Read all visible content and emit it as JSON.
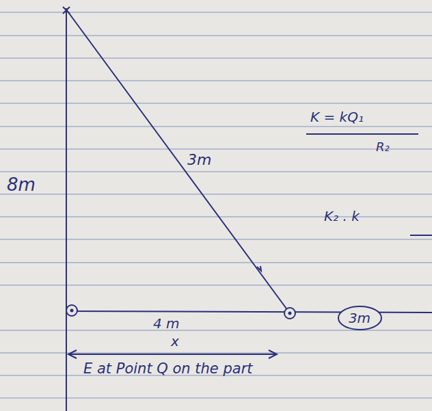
{
  "diagram": {
    "nodes": [
      {
        "text": [
          "3m"
        ]
      }
    ],
    "labels": [
      "8m",
      "3m",
      "4 m",
      "x",
      "K = kQ₁",
      "R₂",
      "K₂ . k",
      "E at Point Q on the part"
    ]
  }
}
